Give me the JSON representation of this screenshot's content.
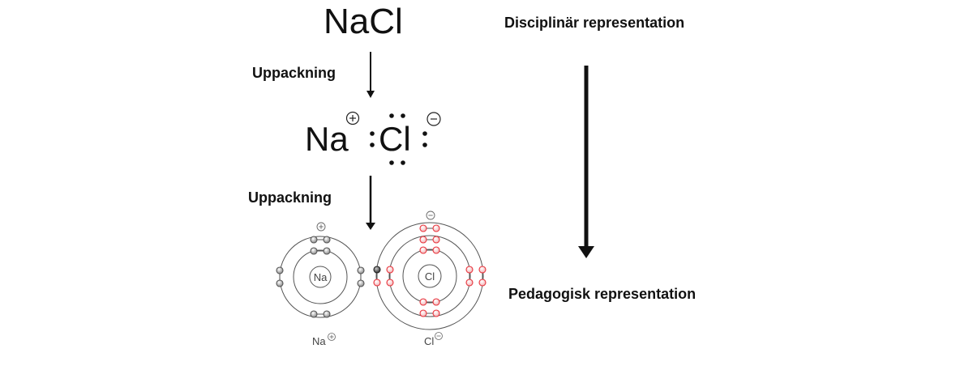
{
  "formula": "NaCl",
  "labels": {
    "disciplinary": "Disciplinär representation",
    "pedagogical": "Pedagogisk representation",
    "unpacking_1": "Uppackning",
    "unpacking_2": "Uppackning"
  },
  "lewis": {
    "cation_symbol": "Na",
    "cation_charge": "+",
    "anion_symbol": "Cl",
    "anion_charge": "−"
  },
  "bohr_models": [
    {
      "element": "Na",
      "nucleus_label": "Na",
      "caption_symbol": "Na",
      "caption_charge": "+",
      "charge_badge": "+",
      "shells": 2,
      "electron_color": "#9a9a9a"
    },
    {
      "element": "Cl",
      "nucleus_label": "Cl",
      "caption_symbol": "Cl",
      "caption_charge": "−",
      "charge_badge": "−",
      "shells": 3,
      "electron_color": "#e8323a",
      "transferred_electron_color": "#555555"
    }
  ],
  "colors": {
    "text": "#111111",
    "ring": "#555555",
    "na_electron": "#9a9a9a",
    "cl_electron": "#e8323a"
  }
}
